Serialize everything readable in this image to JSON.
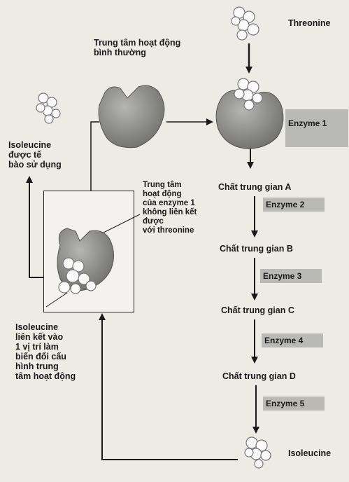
{
  "labels": {
    "threonine": "Threonine",
    "normal_site": "Trung tâm hoạt động\nbình thường",
    "isoleucine_used": "Isoleucine\nđược tế\nbào sử dụng",
    "inactive_site": "Trung tâm\nhoạt động\ncủa enzyme 1\nkhông liên kết\nđược\nvới threonine",
    "isoleucine_binds": "Isoleucine\nliên kết vào\n1 vị trí làm\n biến đổi cấu\nhình trung\ntâm hoạt động",
    "isoleucine_end": "Isoleucine"
  },
  "intermediates": [
    "Chất trung gian A",
    "Chất trung gian B",
    "Chất trung gian C",
    "Chất trung gian D"
  ],
  "enzymes": [
    "Enzyme 1",
    "Enzyme 2",
    "Enzyme 3",
    "Enzyme 4",
    "Enzyme 5"
  ],
  "colors": {
    "enzyme_fill": "#8e8e8b",
    "tag_fill": "#b9b9b6",
    "line": "#1a1a1a"
  }
}
